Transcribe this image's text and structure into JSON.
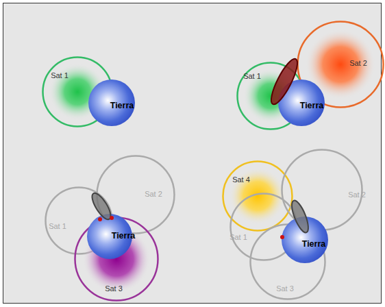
{
  "diagram": {
    "nodes": [
      {
        "text": [
          "Sat 1"
        ]
      },
      {
        "text": [
          "Tierra"
        ]
      },
      {
        "text": [
          "Sat 1"
        ]
      },
      {
        "text": [
          "Sat 2"
        ]
      },
      {
        "text": [
          "Tierra"
        ]
      },
      {
        "text": [
          "Sat 1"
        ]
      },
      {
        "text": [
          "Sat 2"
        ]
      },
      {
        "text": [
          "Sat 3"
        ]
      },
      {
        "text": [
          "Tierra"
        ]
      },
      {
        "text": [
          "Sat 4"
        ]
      },
      {
        "text": [
          "Sat 2"
        ]
      },
      {
        "text": [
          "Sat 1"
        ]
      },
      {
        "text": [
          "Sat 3"
        ]
      },
      {
        "text": [
          "Tierra"
        ]
      }
    ]
  }
}
